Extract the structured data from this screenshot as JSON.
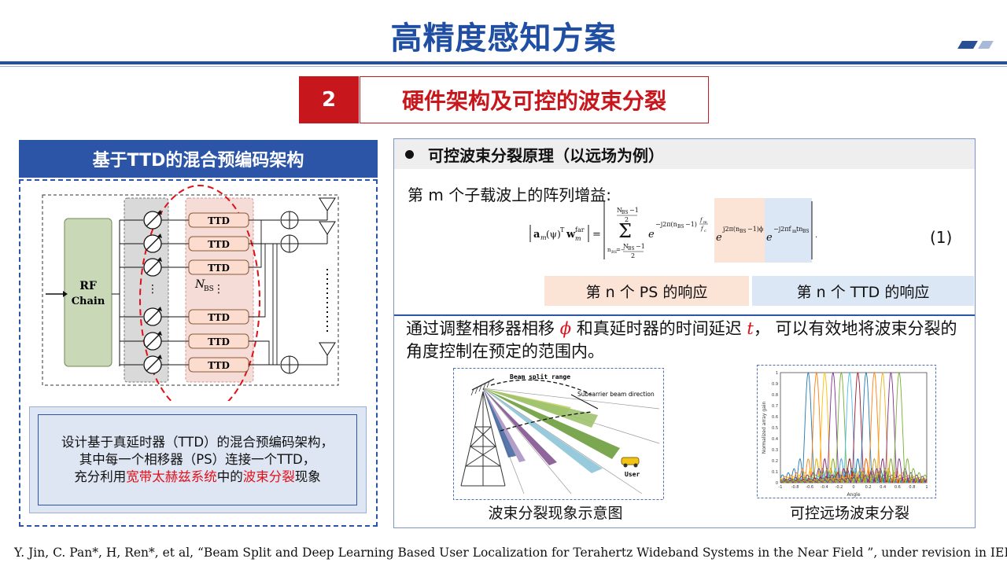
{
  "page": {
    "title": "高精度感知方案",
    "section_number": "2",
    "section_title": "硬件架构及可控的波束分裂"
  },
  "left_panel": {
    "header": "基于TTD的混合预编码架构",
    "diagram": {
      "rf_chain_line1": "RF",
      "rf_chain_line2": "Chain",
      "ttd_label": "TTD",
      "n_bs": "N",
      "n_bs_sub": "BS",
      "ellipsis": "⋮"
    },
    "description": {
      "line1": "设计基于真延时器（TTD）的混合预编码架构，",
      "line2": "其中每一个相移器（PS）连接一个TTD，",
      "line3_a": "充分利用",
      "line3_b": "宽带太赫兹系统",
      "line3_c": "中的",
      "line3_d": "波束分裂",
      "line3_e": "现象"
    }
  },
  "right_panel": {
    "header": "可控波束分裂原理（以远场为例）",
    "array_gain_label": "第 m 个子载波上的阵列增益:",
    "equation_number": "(1)",
    "ps_response": "第 n 个 PS 的响应",
    "ttd_response": "第 n 个 TTD 的响应",
    "explain_a": "通过调整相移器相移 ",
    "explain_phi": "ϕ",
    "explain_b": " 和真延时器的时间延迟 ",
    "explain_t": "t",
    "explain_c": "， 可以有效地将波束分裂的角度控制在预定的范围内。",
    "figure1": {
      "caption": "波束分裂现象示意图",
      "beam_split_range": "Beam split range",
      "subcarrier_beam": "Subcarrier beam direction",
      "user": "User"
    },
    "figure2": {
      "caption": "可控远场波束分裂",
      "xlabel": "Angle",
      "ylabel": "Normalized array gain",
      "yticks": [
        "1",
        "0.9",
        "0.8",
        "0.7",
        "0.6",
        "0.5",
        "0.4",
        "0.3",
        "0.2",
        "0.1",
        "0"
      ],
      "xticks": [
        "-1",
        "-0.8",
        "-0.6",
        "-0.4",
        "-0.2",
        "0",
        "0.2",
        "0.4",
        "0.6",
        "0.8",
        "1"
      ]
    }
  },
  "footer": "Y. Jin, C. Pan*, H, Ren*, et al, “Beam Split and Deep Learning Based User Localization for Terahertz Wideband Systems in the Near Field ”, under revision in IEEE CL",
  "colors": {
    "title_blue": "#1f4ea3",
    "accent_red": "#c8161d",
    "panel_blue": "#2c55a8",
    "ps_bg": "#fbe3d6",
    "ttd_bg": "#dce7f5",
    "rf_chain_green": "#c9d9b8"
  }
}
